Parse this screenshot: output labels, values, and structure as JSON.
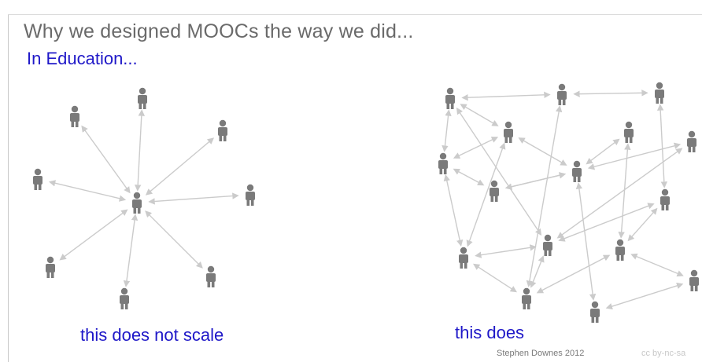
{
  "title": "Why we designed MOOCs the way we did...",
  "subtitle": "In Education...",
  "left_diagram": {
    "caption": "this does not scale"
  },
  "right_diagram": {
    "caption": "this does"
  },
  "footer": {
    "credit": "Stephen Downes 2012",
    "license": "cc by-nc-sa"
  },
  "colors": {
    "person": "#7a7a7a",
    "arrow": "#cbcbcb",
    "caption": "#1f18c8",
    "title": "#6a6a6a"
  },
  "icons": {
    "node": "person-icon"
  }
}
